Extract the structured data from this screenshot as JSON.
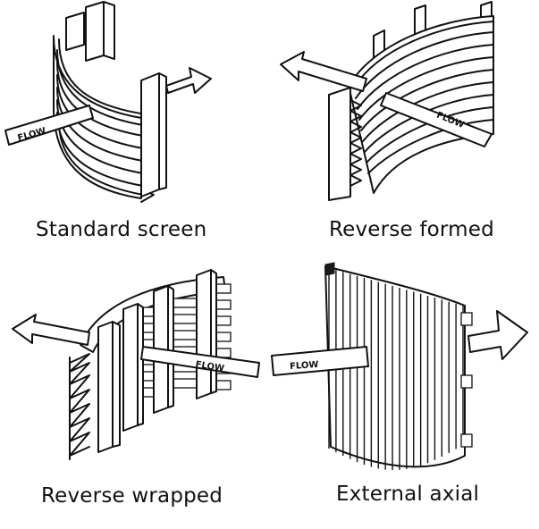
{
  "figure": {
    "panels": [
      {
        "caption": "Standard screen",
        "flow_label": "FLOW"
      },
      {
        "caption": "Reverse formed",
        "flow_label": "FLOW"
      },
      {
        "caption": "Reverse wrapped",
        "flow_label": "FLOW"
      },
      {
        "caption": "External axial",
        "flow_label": "FLOW"
      }
    ]
  }
}
